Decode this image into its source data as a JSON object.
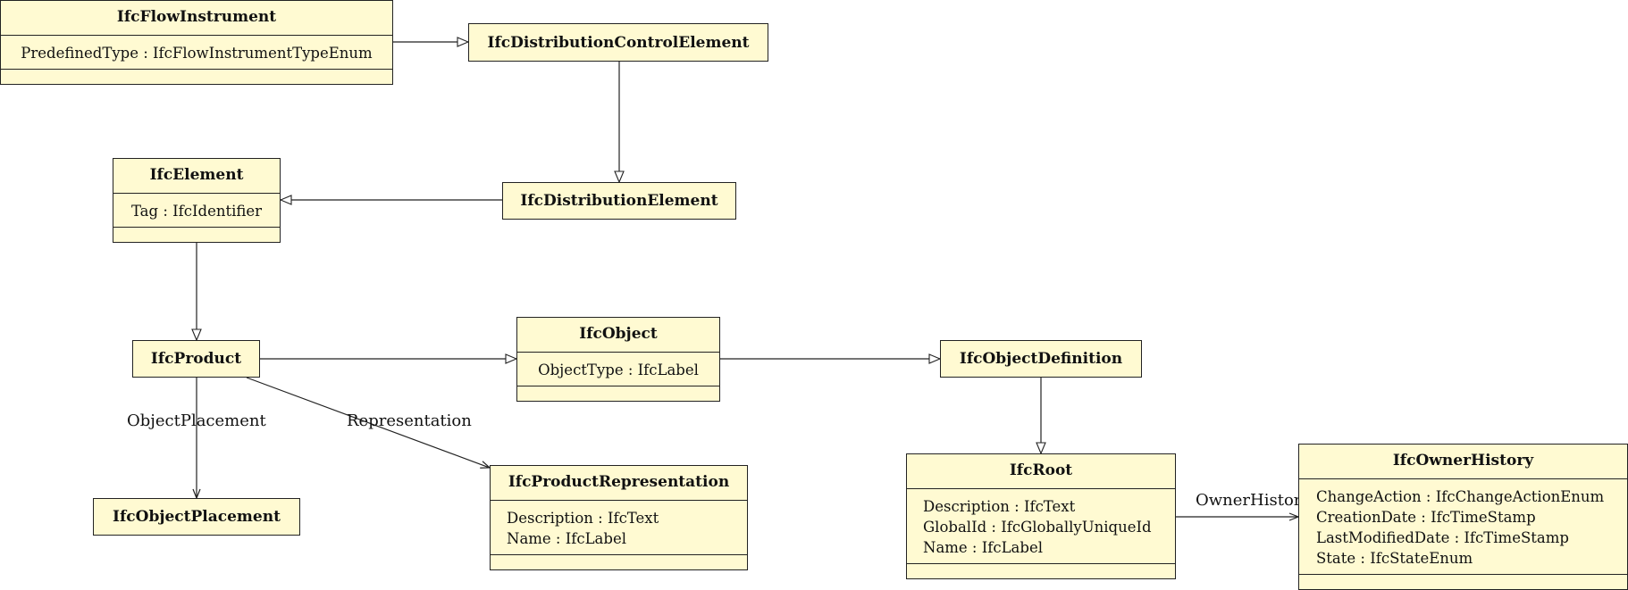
{
  "classes": {
    "flow_instrument": {
      "name": "IfcFlowInstrument",
      "attributes": [
        "PredefinedType : IfcFlowInstrumentTypeEnum"
      ]
    },
    "distribution_control_element": {
      "name": "IfcDistributionControlElement"
    },
    "element": {
      "name": "IfcElement",
      "attributes": [
        "Tag : IfcIdentifier"
      ]
    },
    "distribution_element": {
      "name": "IfcDistributionElement"
    },
    "product": {
      "name": "IfcProduct"
    },
    "object": {
      "name": "IfcObject",
      "attributes": [
        "ObjectType : IfcLabel"
      ]
    },
    "object_definition": {
      "name": "IfcObjectDefinition"
    },
    "object_placement": {
      "name": "IfcObjectPlacement"
    },
    "product_representation": {
      "name": "IfcProductRepresentation",
      "attributes": [
        "Description : IfcText",
        "Name : IfcLabel"
      ]
    },
    "root": {
      "name": "IfcRoot",
      "attributes": [
        "Description : IfcText",
        "GlobalId : IfcGloballyUniqueId",
        "Name : IfcLabel"
      ]
    },
    "owner_history": {
      "name": "IfcOwnerHistory",
      "attributes": [
        "ChangeAction : IfcChangeActionEnum",
        "CreationDate : IfcTimeStamp",
        "LastModifiedDate : IfcTimeStamp",
        "State : IfcStateEnum"
      ]
    }
  },
  "associations": {
    "object_placement": "ObjectPlacement",
    "representation": "Representation",
    "owner_history": "OwnerHistory"
  },
  "colors": {
    "class_fill": "#fffad2",
    "line": "#222222"
  }
}
